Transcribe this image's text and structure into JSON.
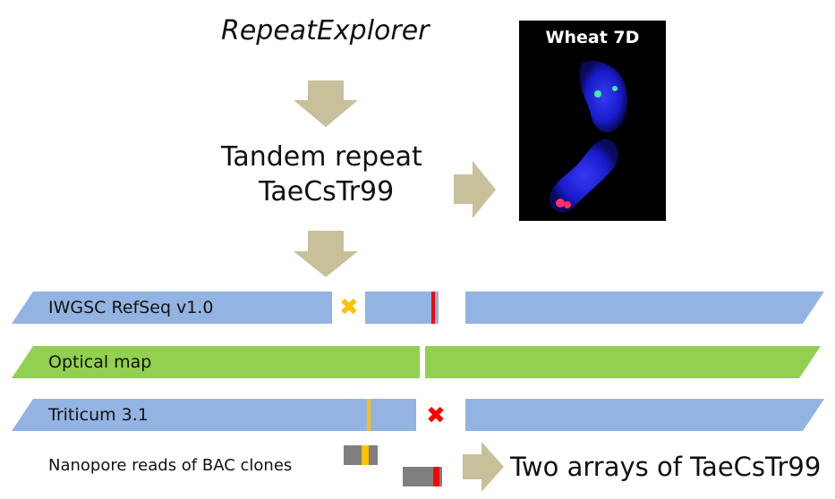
{
  "workflow": {
    "tool_name": "RepeatExplorer",
    "repeat_line1": "Tandem repeat",
    "repeat_line2": "TaeCsTr99",
    "result": "Two arrays of TaeCsTr99"
  },
  "microscopy": {
    "title": "Wheat 7D"
  },
  "tracks": {
    "refseq": "IWGSC RefSeq v1.0",
    "optical": "Optical map",
    "triticum": "Triticum 3.1"
  },
  "nanopore": {
    "label": "Nanopore reads of BAC clones"
  },
  "markers": {
    "gap_orange": "✖",
    "gap_red": "✖"
  },
  "colors": {
    "arrow": "#c8c09a",
    "blue_track": "#93b4e2",
    "green_track": "#92d050",
    "red_mark": "#ff0000",
    "orange_mark": "#ffc000",
    "gray_read": "#7f7f7f",
    "microscopy_bg": "#000000"
  }
}
